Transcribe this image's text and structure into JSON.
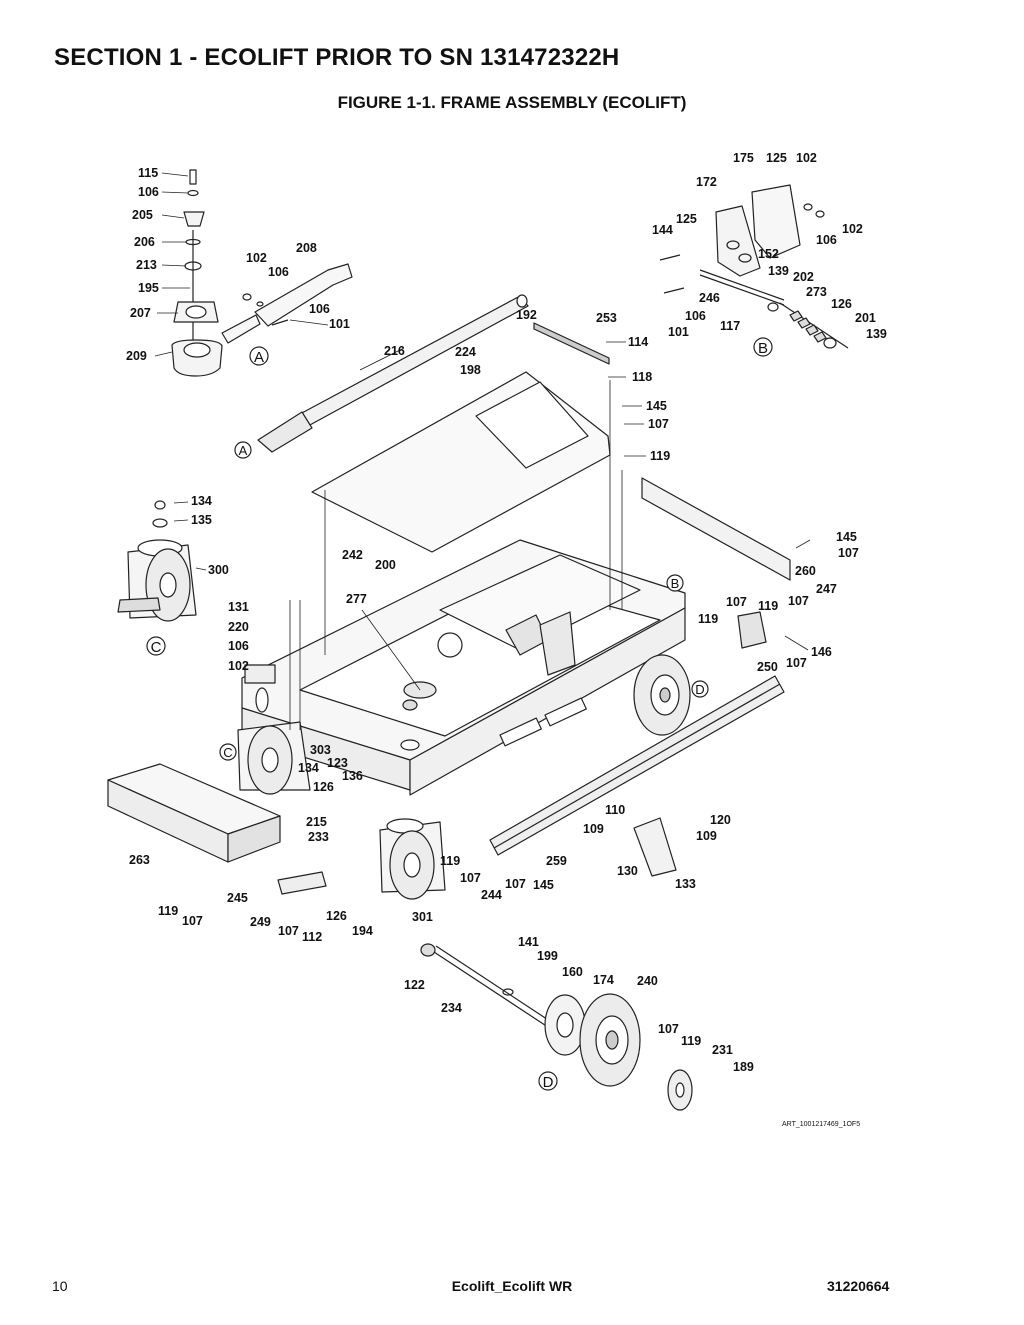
{
  "header": {
    "section_title": "SECTION 1 - ECOLIFT PRIOR TO SN 131472322H",
    "figure_title": "FIGURE 1-1. FRAME ASSEMBLY (ECOLIFT)"
  },
  "diagram": {
    "art_id": "ART_1001217469_1OF5",
    "detail_markers": [
      {
        "letter": "A",
        "kind": "detail-view"
      },
      {
        "letter": "B",
        "kind": "detail-view"
      },
      {
        "letter": "C",
        "kind": "detail-view"
      },
      {
        "letter": "D",
        "kind": "detail-view"
      },
      {
        "letter": "A",
        "kind": "reference"
      },
      {
        "letter": "B",
        "kind": "reference"
      },
      {
        "letter": "C",
        "kind": "reference"
      },
      {
        "letter": "C",
        "kind": "reference"
      },
      {
        "letter": "D",
        "kind": "reference"
      }
    ],
    "callouts": [
      "115",
      "106",
      "205",
      "206",
      "213",
      "195",
      "207",
      "209",
      "102",
      "106",
      "208",
      "106",
      "101",
      "175",
      "125",
      "102",
      "172",
      "125",
      "144",
      "102",
      "106",
      "152",
      "139",
      "202",
      "273",
      "246",
      "126",
      "201",
      "106",
      "117",
      "101",
      "139",
      "216",
      "192",
      "224",
      "198",
      "253",
      "114",
      "118",
      "145",
      "107",
      "119",
      "134",
      "135",
      "300",
      "242",
      "200",
      "277",
      "131",
      "220",
      "106",
      "102",
      "145",
      "107",
      "260",
      "247",
      "107",
      "119",
      "107",
      "119",
      "146",
      "250",
      "107",
      "303",
      "123",
      "136",
      "134",
      "126",
      "215",
      "233",
      "263",
      "119",
      "107",
      "245",
      "249",
      "107",
      "112",
      "126",
      "194",
      "301",
      "119",
      "107",
      "107",
      "145",
      "244",
      "259",
      "110",
      "109",
      "130",
      "120",
      "109",
      "133",
      "141",
      "199",
      "160",
      "174",
      "240",
      "122",
      "234",
      "107",
      "119",
      "231",
      "189"
    ]
  },
  "footer": {
    "page_number": "10",
    "title": "Ecolift_Ecolift WR",
    "doc_number": "31220664"
  }
}
